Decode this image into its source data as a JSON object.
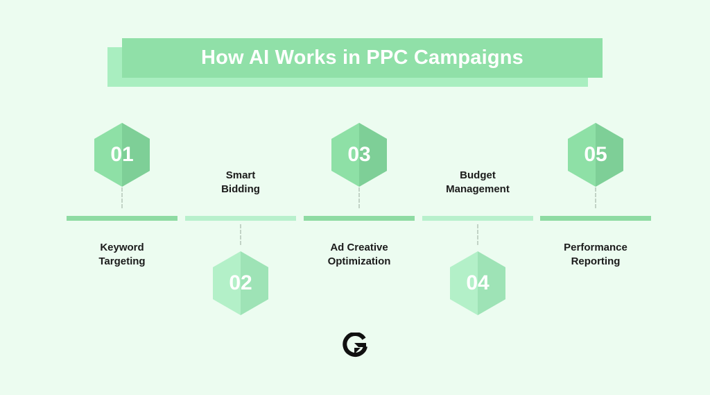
{
  "title": "How AI Works in PPC Campaigns",
  "colors": {
    "background": "#ecfcf0",
    "title_box": "#90e0a8",
    "title_shadow": "#a9eec0",
    "hex_dark_left": "#8ee0a6",
    "hex_dark_right": "#7ecf97",
    "hex_light_left": "#b3f0c8",
    "hex_light_right": "#9ee3b6",
    "bar_dark": "#8edba3",
    "bar_light": "#b8f0cc"
  },
  "steps": [
    {
      "number": "01",
      "label_line1": "Keyword",
      "label_line2": "Targeting"
    },
    {
      "number": "02",
      "label_line1": "Smart",
      "label_line2": "Bidding"
    },
    {
      "number": "03",
      "label_line1": "Ad Creative",
      "label_line2": "Optimization"
    },
    {
      "number": "04",
      "label_line1": "Budget",
      "label_line2": "Management"
    },
    {
      "number": "05",
      "label_line1": "Performance",
      "label_line2": "Reporting"
    }
  ],
  "logo_icon": "g-refresh-logo-icon"
}
